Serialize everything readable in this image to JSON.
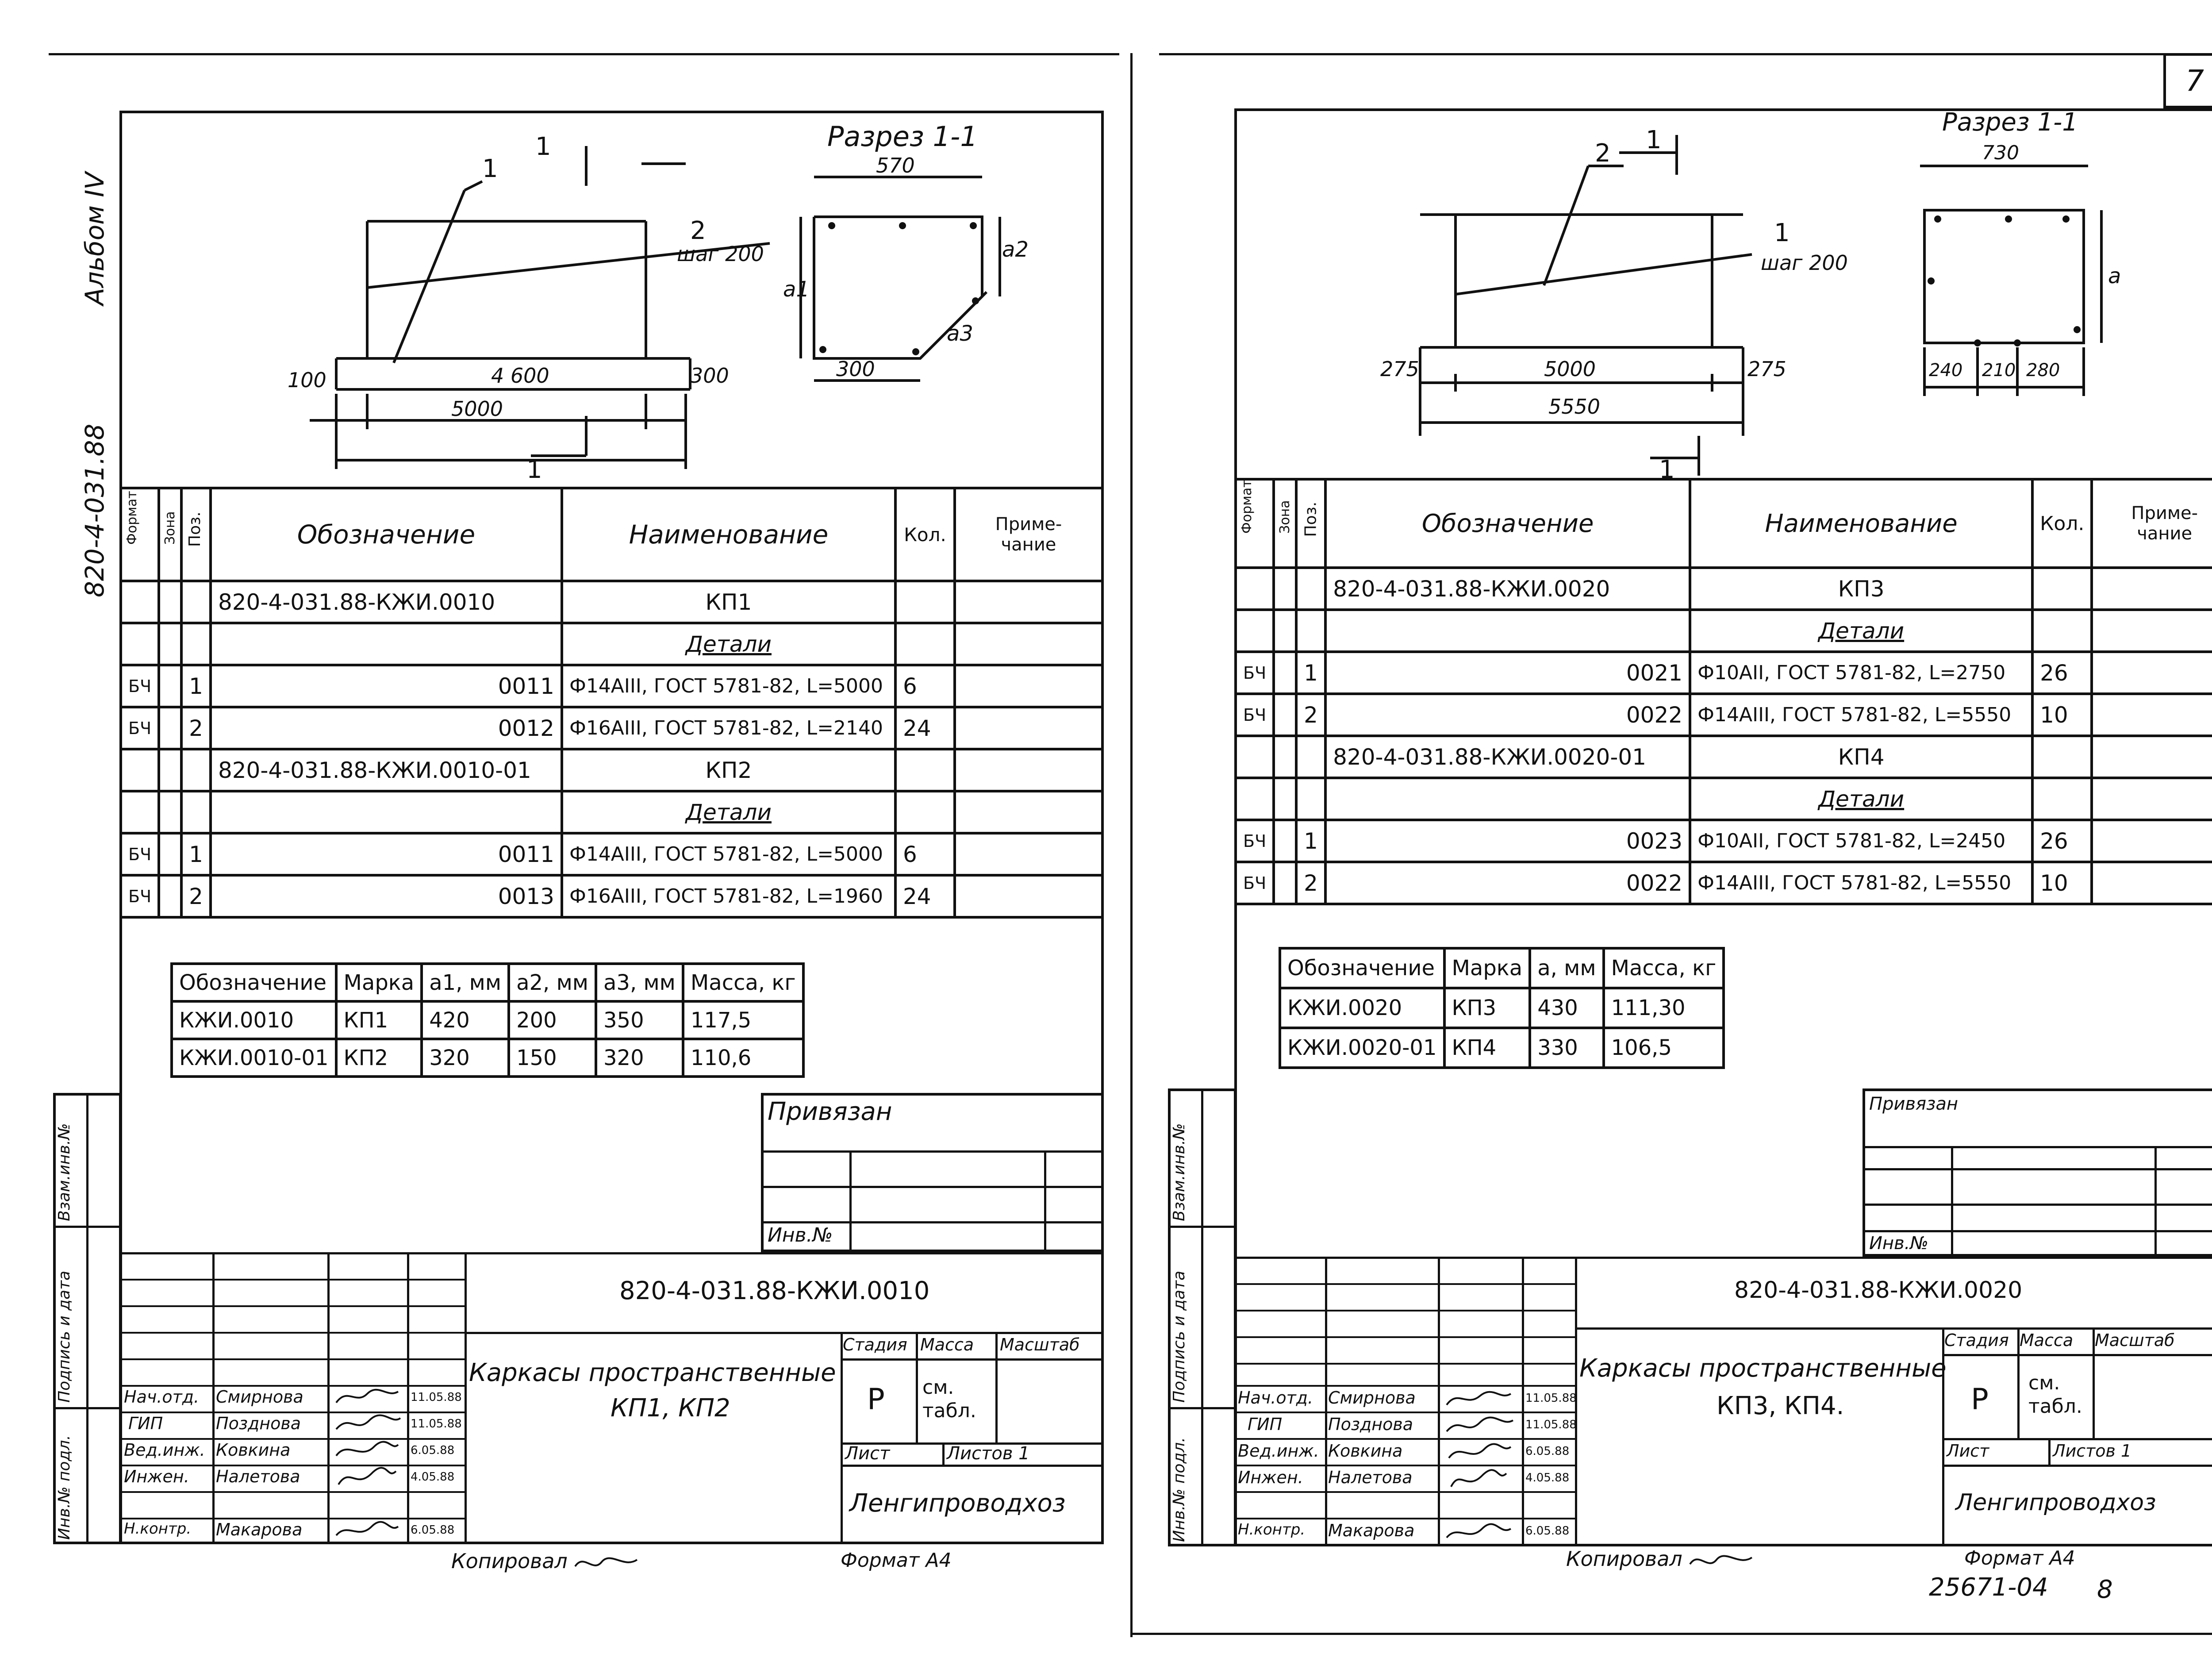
{
  "sheet_number": "7",
  "footer_numbers": {
    "code": "25671-04",
    "page": "8"
  },
  "left": {
    "side_album": "Альбом IV",
    "side_code": "820-4-031.88",
    "section_title": "Разрез 1-1",
    "drawing": {
      "pos1": "1",
      "pos2": "2",
      "step": "шаг 200",
      "cut": "1",
      "dim_left": "100",
      "dim_mid": "4 600",
      "dim_right": "300",
      "dim_total": "5000",
      "sec_width": "570",
      "sec_bottom": "300",
      "sec_a1": "a1",
      "sec_a2": "a2",
      "sec_a3": "a3"
    },
    "spec_headers": {
      "format": "Формат",
      "zone": "Зона",
      "pos": "Поз.",
      "designation": "Обозначение",
      "name": "Наименование",
      "qty": "Кол.",
      "note": "Приме-\nчание"
    },
    "spec_rows": [
      {
        "format": "",
        "pos": "",
        "designation": "820-4-031.88-КЖИ.0010",
        "name": "КП1",
        "qty": ""
      },
      {
        "format": "",
        "pos": "",
        "designation": "",
        "name": "Детали",
        "qty": ""
      },
      {
        "format": "БЧ",
        "pos": "1",
        "designation": "0011",
        "name": "Ф14АIII, ГОСТ 5781-82, L=5000",
        "qty": "6"
      },
      {
        "format": "БЧ",
        "pos": "2",
        "designation": "0012",
        "name": "Ф16АIII, ГОСТ 5781-82, L=2140",
        "qty": "24"
      },
      {
        "format": "",
        "pos": "",
        "designation": "820-4-031.88-КЖИ.0010-01",
        "name": "КП2",
        "qty": ""
      },
      {
        "format": "",
        "pos": "",
        "designation": "",
        "name": "Детали",
        "qty": ""
      },
      {
        "format": "БЧ",
        "pos": "1",
        "designation": "0011",
        "name": "Ф14АIII, ГОСТ 5781-82, L=5000",
        "qty": "6"
      },
      {
        "format": "БЧ",
        "pos": "2",
        "designation": "0013",
        "name": "Ф16АIII, ГОСТ 5781-82, L=1960",
        "qty": "24"
      }
    ],
    "mass_headers": [
      "Обозначение",
      "Марка",
      "a1, мм",
      "a2, мм",
      "a3, мм",
      "Масса, кг"
    ],
    "mass_rows": [
      [
        "КЖИ.0010",
        "КП1",
        "420",
        "200",
        "350",
        "117,5"
      ],
      [
        "КЖИ.0010-01",
        "КП2",
        "320",
        "150",
        "320",
        "110,6"
      ]
    ],
    "privyazan": "Привязан",
    "inv_no": "Инв.№",
    "side_labels": {
      "vzam": "Взам.инв.№",
      "podpis": "Подпись и дата",
      "inv_podl": "Инв.№ подл."
    },
    "doc_code": "820-4-031.88-КЖИ.0010",
    "doc_title_1": "Каркасы пространственные",
    "doc_title_2": "КП1, КП2",
    "stage_label": "Стадия",
    "mass_label": "Масса",
    "scale_label": "Масштаб",
    "stage": "Р",
    "mass_value": "см. табл.",
    "sheet_label": "Лист",
    "sheets_label": "Листов 1",
    "org": "Ленгипроводхоз",
    "signers": [
      {
        "role": "Нач.отд.",
        "name": "Смирнова",
        "date": "11.05.88"
      },
      {
        "role": "ГИП",
        "name": "Позднова",
        "date": "11.05.88"
      },
      {
        "role": "Вед.инж.",
        "name": "Ковкина",
        "date": "6.05.88"
      },
      {
        "role": "Инжен.",
        "name": "Налетова",
        "date": "4.05.88"
      },
      {
        "role": "Н.контр.",
        "name": "Макарова",
        "date": "6.05.88"
      }
    ],
    "copied": "Копировал",
    "format": "Формат А4"
  },
  "right": {
    "section_title": "Разрез 1-1",
    "drawing": {
      "pos1": "1",
      "pos2": "2",
      "step": "шаг 200",
      "cut": "1",
      "dim_left": "275",
      "dim_mid": "5000",
      "dim_right": "275",
      "dim_total": "5550",
      "sec_width": "730",
      "sec_a": "a",
      "sec_b1": "240",
      "sec_b2": "210",
      "sec_b3": "280"
    },
    "spec_headers": {
      "format": "Формат",
      "zone": "Зона",
      "pos": "Поз.",
      "designation": "Обозначение",
      "name": "Наименование",
      "qty": "Кол.",
      "note": "Приме-\nчание"
    },
    "spec_rows": [
      {
        "format": "",
        "pos": "",
        "designation": "820-4-031.88-КЖИ.0020",
        "name": "КП3",
        "qty": ""
      },
      {
        "format": "",
        "pos": "",
        "designation": "",
        "name": "Детали",
        "qty": ""
      },
      {
        "format": "БЧ",
        "pos": "1",
        "designation": "0021",
        "name": "Ф10АII, ГОСТ 5781-82, L=2750",
        "qty": "26"
      },
      {
        "format": "БЧ",
        "pos": "2",
        "designation": "0022",
        "name": "Ф14АIII, ГОСТ 5781-82, L=5550",
        "qty": "10"
      },
      {
        "format": "",
        "pos": "",
        "designation": "820-4-031.88-КЖИ.0020-01",
        "name": "КП4",
        "qty": ""
      },
      {
        "format": "",
        "pos": "",
        "designation": "",
        "name": "Детали",
        "qty": ""
      },
      {
        "format": "БЧ",
        "pos": "1",
        "designation": "0023",
        "name": "Ф10АII, ГОСТ 5781-82, L=2450",
        "qty": "26"
      },
      {
        "format": "БЧ",
        "pos": "2",
        "designation": "0022",
        "name": "Ф14АIII, ГОСТ 5781-82, L=5550",
        "qty": "10"
      }
    ],
    "mass_headers": [
      "Обозначение",
      "Марка",
      "a, мм",
      "Масса, кг"
    ],
    "mass_rows": [
      [
        "КЖИ.0020",
        "КП3",
        "430",
        "111,30"
      ],
      [
        "КЖИ.0020-01",
        "КП4",
        "330",
        "106,5"
      ]
    ],
    "privyazan": "Привязан",
    "inv_no": "Инв.№",
    "side_labels": {
      "vzam": "Взам.инв.№",
      "podpis": "Подпись и дата",
      "inv_podl": "Инв.№ подл."
    },
    "doc_code": "820-4-031.88-КЖИ.0020",
    "doc_title_1": "Каркасы пространственные",
    "doc_title_2": "КП3, КП4.",
    "stage_label": "Стадия",
    "mass_label": "Масса",
    "scale_label": "Масштаб",
    "stage": "Р",
    "mass_value": "см. табл.",
    "sheet_label": "Лист",
    "sheets_label": "Листов 1",
    "org": "Ленгипроводхоз",
    "signers": [
      {
        "role": "Нач.отд.",
        "name": "Смирнова",
        "date": "11.05.88"
      },
      {
        "role": "ГИП",
        "name": "Позднова",
        "date": "11.05.88"
      },
      {
        "role": "Вед.инж.",
        "name": "Ковкина",
        "date": "6.05.88"
      },
      {
        "role": "Инжен.",
        "name": "Налетова",
        "date": "4.05.88"
      },
      {
        "role": "Н.контр.",
        "name": "Макарова",
        "date": "6.05.88"
      }
    ],
    "copied": "Копировал",
    "format": "Формат А4"
  }
}
